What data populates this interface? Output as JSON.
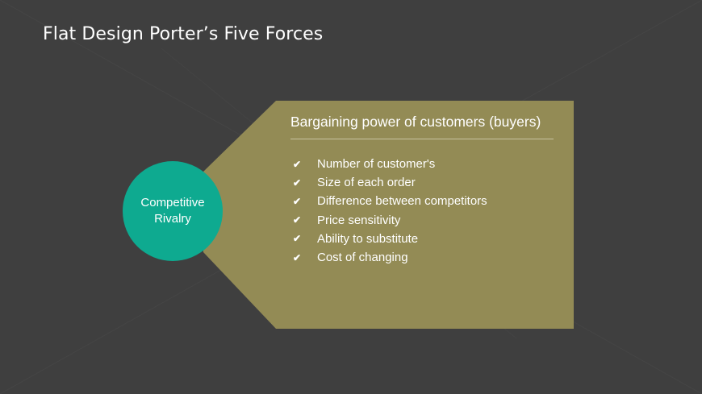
{
  "slide": {
    "title": "Flat Design Porter’s Five Forces",
    "colors": {
      "background": "#3f3f3f",
      "circle": "#0eaa90",
      "panel": "#938b55"
    }
  },
  "circle": {
    "line1": "Competitive",
    "line2": "Rivalry"
  },
  "panel": {
    "heading": "Bargaining power of customers (buyers)",
    "items": [
      "Number of customer's",
      "Size of each order",
      "Difference between competitors",
      "Price sensitivity",
      "Ability to substitute",
      "Cost of changing"
    ],
    "check_icon": "check-icon"
  }
}
